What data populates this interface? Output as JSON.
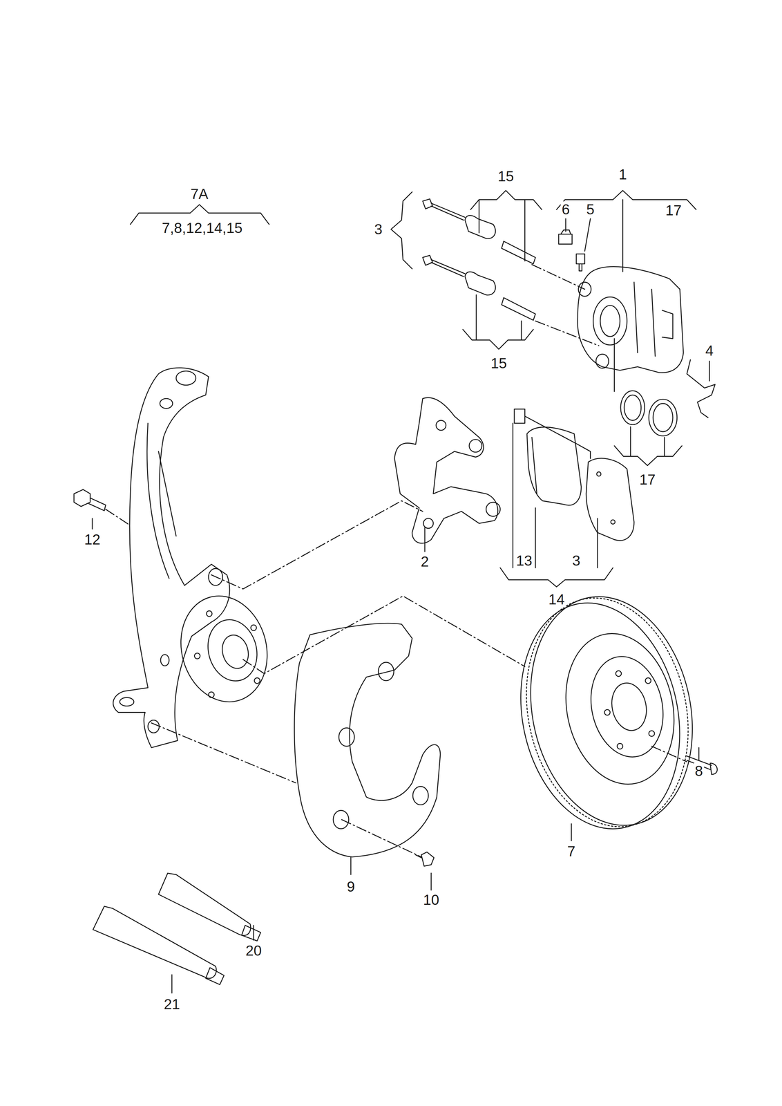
{
  "diagram": {
    "labels": [
      "15",
      "1",
      "7A",
      "6",
      "5",
      "17",
      "7,8,12,14,15",
      "3",
      "4",
      "15",
      "17",
      "12",
      "2",
      "13",
      "3",
      "14",
      "8",
      "7",
      "9",
      "10",
      "20",
      "21"
    ]
  }
}
